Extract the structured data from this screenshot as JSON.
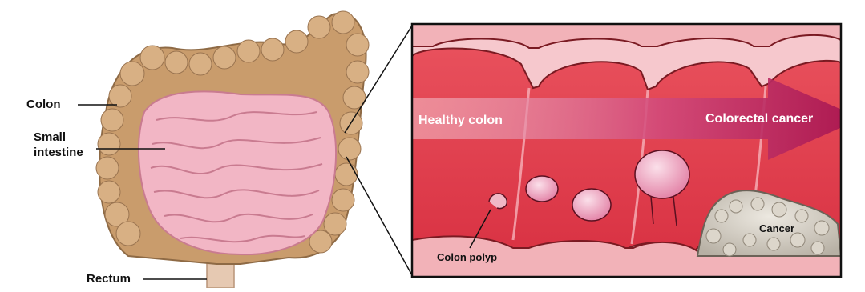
{
  "labels": {
    "colon": "Colon",
    "small_intestine_line1": "Small",
    "small_intestine_line2": "intestine",
    "rectum": "Rectum",
    "healthy_colon": "Healthy colon",
    "colorectal_cancer": "Colorectal cancer",
    "cancer": "Cancer",
    "colon_polyp": "Colon polyp"
  },
  "colors": {
    "colon_tan": "#c79a6c",
    "small_intestine_pink": "#f0b3c2",
    "colon_wall_red": "#e0424e",
    "mucosa_pink": "#f6c2c8",
    "arrow_magenta": "#b0205a",
    "cancer_gray": "#cfc9bf"
  }
}
